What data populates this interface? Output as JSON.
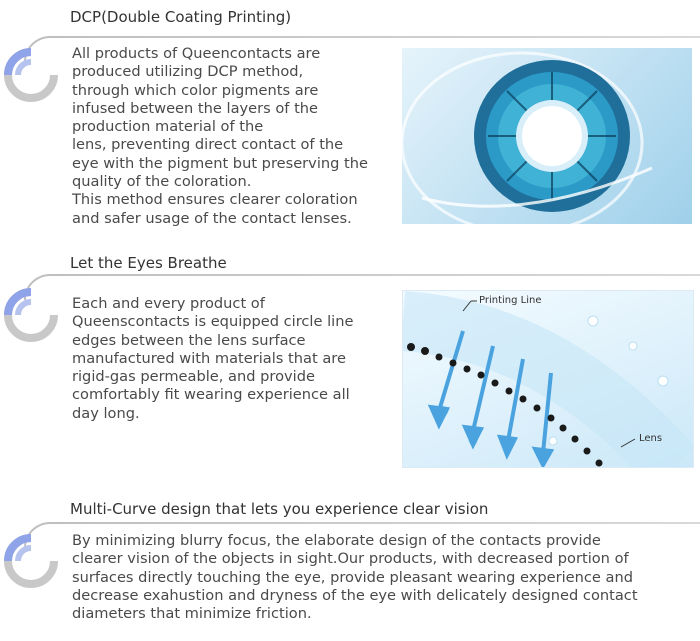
{
  "sections": [
    {
      "title": "DCP(Double Coating Printing)",
      "text": "All products of Queencontacts are\nproduced utilizing DCP method,\nthrough which color pigments are\ninfused between the layers of the\nproduction material of the\nlens, preventing direct contact of the\neye with the pigment but preserving the\nquality of the coloration.\nThis method ensures clearer coloration\nand safer usage of the contact lenses."
    },
    {
      "title": "Let the Eyes Breathe",
      "text": "Each and every product of\nQueenscontacts is equipped circle line\nedges between the lens surface\nmanufactured with materials that are\nrigid-gas permeable, and provide\ncomfortably fit wearing experience all\nday long.",
      "diagram_labels": {
        "printing_line": "Printing Line",
        "lens": "Lens"
      }
    },
    {
      "title": "Multi-Curve design that lets you experience clear vision",
      "text": "By minimizing blurry focus, the elaborate design of the contacts provide\nclearer vision of the objects in sight.Our products, with decreased portion of\nsurfaces directly touching the eye, provide pleasant wearing experience and\ndecrease exahustion and dryness of the eye with delicately designed contact\ndiameters that minimize friction."
    }
  ],
  "colors": {
    "badge_blue": "#8fa3e8",
    "badge_gray": "#c8c8c8",
    "rule": "#bfbfbf",
    "arrow": "#4aa3df"
  },
  "icons": [
    "circle-badge-icon",
    "colored-lens-image",
    "printing-line-diagram"
  ]
}
